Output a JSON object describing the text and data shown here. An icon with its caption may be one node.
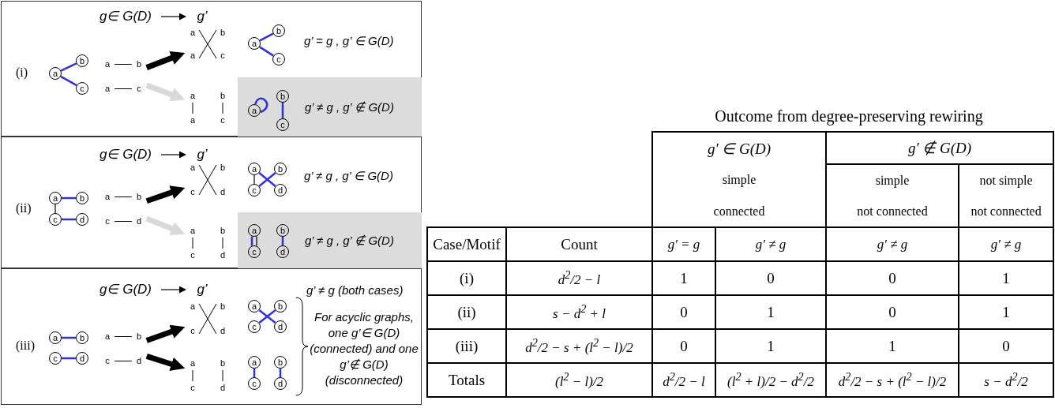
{
  "diagram": {
    "nodes": [
      {
        "text": [
          "(i)"
        ]
      },
      {
        "text": [
          "g∈ G(D)"
        ],
        "in": 0
      },
      {
        "text": [
          "g’"
        ],
        "in": 0
      },
      {
        "text": [
          "a"
        ],
        "in": 0
      },
      {
        "text": [
          "b"
        ],
        "in": 0
      },
      {
        "text": [
          "c"
        ],
        "in": 0
      },
      {
        "text": [
          "a",
          "b",
          "a",
          "c"
        ],
        "in": 0
      },
      {
        "text": [
          "a",
          "b",
          "a",
          "c"
        ],
        "in": 0
      },
      {
        "text": [
          "a"
        ],
        "in": 0
      },
      {
        "text": [
          "b"
        ],
        "in": 0
      },
      {
        "text": [
          "c"
        ],
        "in": 0
      },
      {
        "text": [
          "a",
          "b",
          "a",
          "c"
        ],
        "in": 0
      },
      {
        "text": [
          "g’ ≠ g , g’ ∉ G(D)"
        ],
        "in": 0
      },
      {
        "text": [
          "a"
        ],
        "in": 12
      },
      {
        "text": [
          "b"
        ],
        "in": 12
      },
      {
        "text": [
          "c"
        ],
        "in": 12
      },
      {
        "text": [
          "(ii)"
        ]
      },
      {
        "text": [
          "g∈ G(D)"
        ],
        "in": 16
      },
      {
        "text": [
          "g’"
        ],
        "in": 16
      },
      {
        "text": [
          "a"
        ],
        "in": 16
      },
      {
        "text": [
          "b"
        ],
        "in": 16
      },
      {
        "text": [
          "c"
        ],
        "in": 16
      },
      {
        "text": [
          "d"
        ],
        "in": 16
      },
      {
        "text": [
          "a",
          "b",
          "c",
          "d"
        ],
        "in": 16
      },
      {
        "text": [
          "a",
          "b",
          "c",
          "d"
        ],
        "in": 16
      },
      {
        "text": [
          "a"
        ],
        "in": 16
      },
      {
        "text": [
          "b"
        ],
        "in": 16
      },
      {
        "text": [
          "c"
        ],
        "in": 16
      },
      {
        "text": [
          "d"
        ],
        "in": 16
      },
      {
        "text": [
          "a",
          "b",
          "c",
          "d"
        ],
        "in": 16
      },
      {
        "text": [
          "g’ ≠ g , g’ ∉ G(D)"
        ],
        "in": 16
      },
      {
        "text": [
          "a"
        ],
        "in": 30
      },
      {
        "text": [
          "b"
        ],
        "in": 30
      },
      {
        "text": [
          "c"
        ],
        "in": 30
      },
      {
        "text": [
          "d"
        ],
        "in": 30
      },
      {
        "text": [
          "(iii)"
        ]
      },
      {
        "text": [
          "g∈ G(D)"
        ],
        "in": 35
      },
      {
        "text": [
          "g’"
        ],
        "in": 35
      },
      {
        "text": [
          "a"
        ],
        "in": 35
      },
      {
        "text": [
          "b"
        ],
        "in": 35
      },
      {
        "text": [
          "c"
        ],
        "in": 35
      },
      {
        "text": [
          "d"
        ],
        "in": 35
      },
      {
        "text": [
          "a",
          "b",
          "c",
          "d"
        ],
        "in": 35
      },
      {
        "text": [
          "a",
          "b",
          "c",
          "d"
        ],
        "in": 35
      },
      {
        "text": [
          "a"
        ],
        "in": 35
      },
      {
        "text": [
          "b"
        ],
        "in": 35
      },
      {
        "text": [
          "c"
        ],
        "in": 35
      },
      {
        "text": [
          "d"
        ],
        "in": 35
      },
      {
        "text": [
          "a",
          "b",
          "c",
          "d"
        ],
        "in": 35
      },
      {
        "text": [
          "a"
        ],
        "in": 35
      },
      {
        "text": [
          "b"
        ],
        "in": 35
      },
      {
        "text": [
          "c"
        ],
        "in": 35
      },
      {
        "text": [
          "d"
        ],
        "in": 35
      }
    ],
    "edges": [
      {
        "from": 1,
        "to": 2,
        "arrow": "to",
        "color": "#000000"
      },
      {
        "from": 3,
        "to": 4,
        "arrow": "none"
      },
      {
        "from": 3,
        "to": 5,
        "arrow": "none"
      },
      {
        "from": 6,
        "to": 7,
        "arrow": "to",
        "style": "thick",
        "color": "#000000"
      },
      {
        "from": 6,
        "to": 11,
        "arrow": "to",
        "style": "thick",
        "color": "#d9d9d9"
      },
      {
        "from": 8,
        "to": 9,
        "arrow": "none"
      },
      {
        "from": 8,
        "to": 10,
        "arrow": "none"
      },
      {
        "from": 13,
        "to": 13,
        "arrow": "none"
      },
      {
        "from": 14,
        "to": 15,
        "arrow": "none"
      },
      {
        "from": 17,
        "to": 18,
        "arrow": "to",
        "color": "#000000"
      },
      {
        "from": 19,
        "to": 20,
        "arrow": "none"
      },
      {
        "from": 21,
        "to": 22,
        "arrow": "none"
      },
      {
        "from": 19,
        "to": 21,
        "arrow": "none",
        "color": "#000000"
      },
      {
        "from": 23,
        "to": 24,
        "arrow": "to",
        "style": "thick",
        "color": "#000000"
      },
      {
        "from": 23,
        "to": 29,
        "arrow": "to",
        "style": "thick",
        "color": "#d9d9d9"
      },
      {
        "from": 25,
        "to": 28,
        "arrow": "none"
      },
      {
        "from": 26,
        "to": 27,
        "arrow": "none"
      },
      {
        "from": 25,
        "to": 27,
        "arrow": "none",
        "color": "#000000"
      },
      {
        "from": 31,
        "to": 33,
        "arrow": "none"
      },
      {
        "from": 31,
        "to": 33,
        "arrow": "none",
        "color": "#000000"
      },
      {
        "from": 32,
        "to": 34,
        "arrow": "none"
      },
      {
        "from": 36,
        "to": 37,
        "arrow": "to",
        "color": "#000000"
      },
      {
        "from": 38,
        "to": 39,
        "arrow": "none"
      },
      {
        "from": 40,
        "to": 41,
        "arrow": "none"
      },
      {
        "from": 42,
        "to": 43,
        "arrow": "to",
        "style": "thick",
        "color": "#000000"
      },
      {
        "from": 42,
        "to": 48,
        "arrow": "to",
        "style": "thick",
        "color": "#000000"
      },
      {
        "from": 44,
        "to": 47,
        "arrow": "none"
      },
      {
        "from": 45,
        "to": 46,
        "arrow": "none"
      },
      {
        "from": 49,
        "to": 51,
        "arrow": "none"
      },
      {
        "from": 50,
        "to": 52,
        "arrow": "none"
      }
    ],
    "labels": [
      "g’ = g , g’ ∈ G(D)",
      "g’ ≠ g , g’ ∈ G(D)",
      "g’ ≠ g (both cases)",
      "For acyclic graphs, one g’∈ G(D) (connected) and one g’∉ G(D) (disconnected)",
      "Outcome from degree-preserving rewiring",
      "g′ ∈ G(D)",
      "g′ ∉ G(D)",
      "simple",
      "simple",
      "not simple",
      "connected",
      "not connected",
      "not connected",
      "Case/Motif",
      "Count",
      "g′ = g",
      "g′ ≠ g",
      "g′ ≠ g",
      "g′ ≠ g",
      "(i)",
      "d$^{2}$/2 − l",
      "1",
      "0",
      "0",
      "1",
      "(ii)",
      "s − d$^{2}$ + l",
      "0",
      "1",
      "0",
      "1",
      "(iii)",
      "d$^{2}$/2 − s + (l$^{2}$ − l)/2",
      "0",
      "1",
      "1",
      "0",
      "Totals",
      "(l$^{2}$ − l)/2",
      "d$^{2}$/2 − l",
      "(l$^{2}$ + l)/2 − d$^{2}$/2",
      "d$^{2}$/2 − s + (l$^{2}$ − l)/2",
      "s − d$^{2}$/2"
    ]
  }
}
